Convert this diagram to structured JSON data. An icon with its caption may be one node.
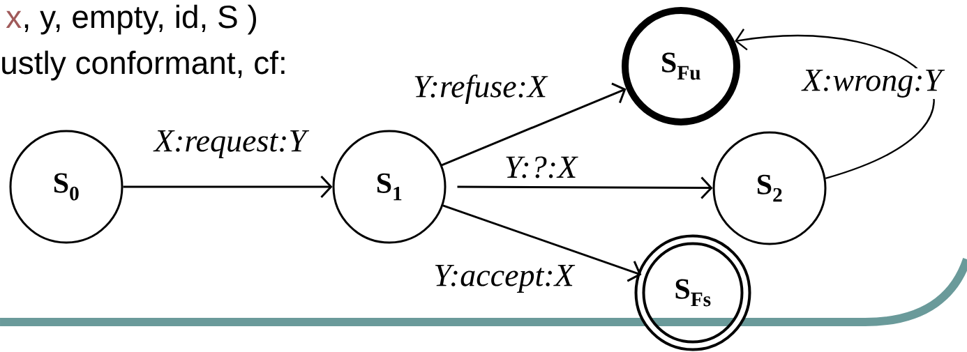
{
  "diagram": {
    "nodes": [
      {
        "text": [
          "S$_{0}$"
        ]
      },
      {
        "text": [
          "S$_{1}$"
        ]
      },
      {
        "text": [
          "S$_{Fu}$"
        ]
      },
      {
        "text": [
          "S$_{2}$"
        ]
      },
      {
        "text": [
          "S$_{Fs}$"
        ]
      }
    ],
    "edges": [
      {
        "from": 0,
        "to": 1,
        "arrow": "to",
        "label": "X:request:Y"
      },
      {
        "from": 1,
        "to": 2,
        "arrow": "to",
        "label": "Y:refuse:X"
      },
      {
        "from": 1,
        "to": 3,
        "arrow": "to",
        "label": "Y:?:X"
      },
      {
        "from": 1,
        "to": 4,
        "arrow": "to",
        "label": "Y:accept:X"
      },
      {
        "from": 3,
        "to": 2,
        "arrow": "to",
        "label": "X:wrong:Y"
      }
    ],
    "labels": [
      "x",
      ", y, empty, id, S )",
      "ustly conformant, cf:"
    ]
  }
}
